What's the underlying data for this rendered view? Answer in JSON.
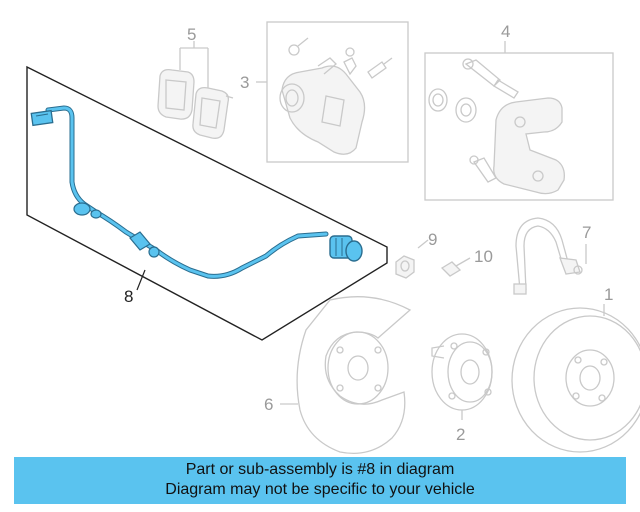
{
  "colors": {
    "highlight": "#5ac3ef",
    "part_stroke": "#c9c9c9",
    "callout_grey": "#9a9a9a",
    "callout_dark": "#222222",
    "wire": "#2a6d8f"
  },
  "callouts": {
    "p1": "1",
    "p2": "2",
    "p3": "3",
    "p4": "4",
    "p5": "5",
    "p6": "6",
    "p7": "7",
    "p8": "8",
    "p9": "9",
    "p10": "10"
  },
  "banner": {
    "line1": "Part or sub-assembly is #8 in diagram",
    "line2": "Diagram may not be specific to your vehicle"
  }
}
